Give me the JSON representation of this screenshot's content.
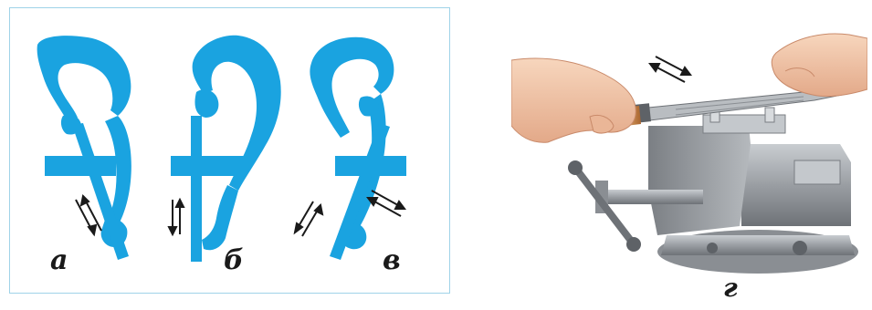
{
  "figure": {
    "labels": {
      "a": "а",
      "b": "б",
      "v": "в",
      "g": "г"
    },
    "colors": {
      "silhouette": "#1aa3e0",
      "frame": "#9fd3e8",
      "vise": "#9a9ea3",
      "skin": "#f2c6a6",
      "handle": "#c98a4a",
      "arrow": "#1a1a1a"
    }
  }
}
